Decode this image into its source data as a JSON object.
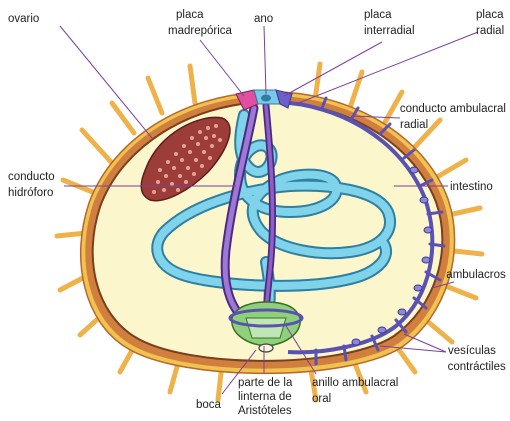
{
  "colors": {
    "background": "#ffffff",
    "interior": "#fbf6cc",
    "shell_outer": "#f0c24f",
    "shell_band": "#d07f3e",
    "shell_inner": "#7a3f1e",
    "spine": "#efb24a",
    "intestine": "#7fd3ea",
    "intestine_edge": "#2f7fa3",
    "ambulacral": "#5a52b3",
    "hydro": "#8d5fc7",
    "ovary": "#9c3d3a",
    "leader_line": "#7d3fa0"
  },
  "labels": {
    "ovario": "ovario",
    "placa_madreporica_1": "placa",
    "placa_madreporica_2": "madrepórica",
    "ano": "ano",
    "placa_interradial_1": "placa",
    "placa_interradial_2": "interradial",
    "placa_radial_1": "placa",
    "placa_radial_2": "radial",
    "conducto_ambulacral_1": "conducto ambulacral",
    "conducto_ambulacral_2": "radial",
    "conducto_hidroforo_1": "conducto",
    "conducto_hidroforo_2": "hidróforo",
    "intestino": "intestino",
    "ambulacros": "ambulacros",
    "vesiculas_1": "vesículas",
    "vesiculas_2": "contráctiles",
    "boca": "boca",
    "linterna_1": "parte de la",
    "linterna_2": "linterna de",
    "linterna_3": "Aristóteles",
    "anillo_1": "anillo ambulacral",
    "anillo_2": "oral"
  }
}
